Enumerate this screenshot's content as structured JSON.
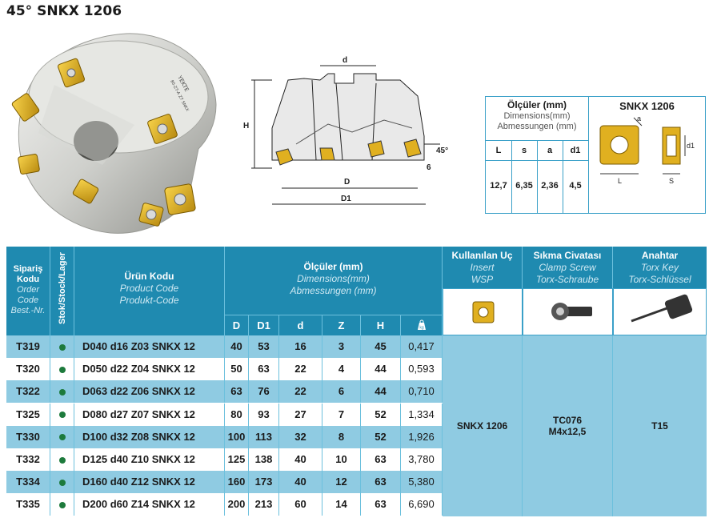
{
  "title": "45° SNKX 1206",
  "cutter_marking": [
    "YEKTE",
    "80-Z7-A Z7 SNKX"
  ],
  "drawing": {
    "labels": [
      "d",
      "H",
      "D",
      "D1",
      "45°",
      "6"
    ]
  },
  "dims_box": {
    "title": "Ölçüler (mm)",
    "sub1": "Dimensions(mm)",
    "sub2": "Abmessungen (mm)",
    "headers": [
      "L",
      "s",
      "a",
      "d1"
    ],
    "values": [
      "12,7",
      "6,35",
      "2,36",
      "4,5"
    ],
    "insert_title": "SNKX 1206",
    "insert_labels": [
      "a",
      "L",
      "d1",
      "S"
    ]
  },
  "table": {
    "headers": {
      "order": [
        "Sipariş",
        "Kodu",
        "Order",
        "Code",
        "Best.-Nr."
      ],
      "stock": "Stok/Stock/Lager",
      "product": [
        "Ürün Kodu",
        "Product Code",
        "Produkt-Code"
      ],
      "dims": [
        "Ölçüler (mm)",
        "Dimensions(mm)",
        "Abmessungen (mm)"
      ],
      "dim_cols": [
        "D",
        "D1",
        "d",
        "Z",
        "H"
      ],
      "weight_icon": "kg",
      "insert": [
        "Kullanılan Uç",
        "Insert",
        "WSP"
      ],
      "screw": [
        "Sıkma Civatası",
        "Clamp Screw",
        "Torx-Schraube"
      ],
      "key": [
        "Anahtar",
        "Torx Key",
        "Torx-Schlüssel"
      ]
    },
    "rows": [
      {
        "code": "T319",
        "product": "D040 d16 Z03 SNKX 12",
        "D": "40",
        "D1": "53",
        "d": "16",
        "Z": "3",
        "H": "45",
        "w": "0,417"
      },
      {
        "code": "T320",
        "product": "D050 d22 Z04 SNKX 12",
        "D": "50",
        "D1": "63",
        "d": "22",
        "Z": "4",
        "H": "44",
        "w": "0,593"
      },
      {
        "code": "T322",
        "product": "D063 d22 Z06 SNKX 12",
        "D": "63",
        "D1": "76",
        "d": "22",
        "Z": "6",
        "H": "44",
        "w": "0,710"
      },
      {
        "code": "T325",
        "product": "D080 d27 Z07 SNKX 12",
        "D": "80",
        "D1": "93",
        "d": "27",
        "Z": "7",
        "H": "52",
        "w": "1,334"
      },
      {
        "code": "T330",
        "product": "D100 d32 Z08 SNKX 12",
        "D": "100",
        "D1": "113",
        "d": "32",
        "Z": "8",
        "H": "52",
        "w": "1,926"
      },
      {
        "code": "T332",
        "product": "D125 d40 Z10 SNKX 12",
        "D": "125",
        "D1": "138",
        "d": "40",
        "Z": "10",
        "H": "63",
        "w": "3,780"
      },
      {
        "code": "T334",
        "product": "D160 d40 Z12 SNKX 12",
        "D": "160",
        "D1": "173",
        "d": "40",
        "Z": "12",
        "H": "63",
        "w": "5,380"
      },
      {
        "code": "T335",
        "product": "D200 d60 Z14 SNKX 12",
        "D": "200",
        "D1": "213",
        "d": "60",
        "Z": "14",
        "H": "63",
        "w": "6,690"
      }
    ],
    "insert_value": "SNKX 1206",
    "screw_value": [
      "TC076",
      "M4x12,5"
    ],
    "key_value": "T15"
  },
  "colors": {
    "header_blue": "#1f8ab0",
    "row_blue": "#8fcbe2",
    "stock_dot": "#1d7a3c",
    "insert_gold": "#e0b020"
  }
}
